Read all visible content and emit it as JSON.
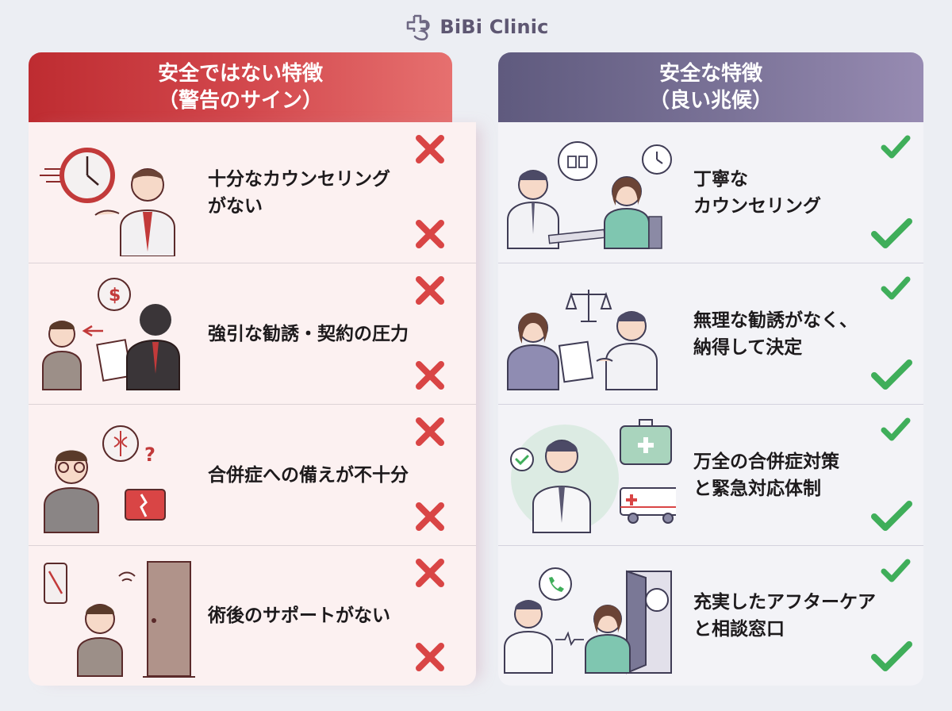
{
  "brand": {
    "name": "BiBi Clinic",
    "logo_icon": "cross-heart-logo-icon",
    "text_color": "#5e5772"
  },
  "colors": {
    "background": "#eceef3",
    "bad_header_start": "#be2c31",
    "bad_header_end": "#e6706f",
    "bad_body": "#fcf1f1",
    "good_header_start": "#5f5a7e",
    "good_header_end": "#978bb2",
    "good_body": "#f3f3f7",
    "x_mark": "#d94545",
    "check_mark": "#3fae5a"
  },
  "unsafe": {
    "title_line1": "安全ではない特徴",
    "title_line2": "（警告のサイン）",
    "mark_icon": "x-mark-icon",
    "items": [
      {
        "lines": [
          "十分なカウンセリング",
          "がない"
        ],
        "illustration": "rushed-doctor-clock-illustration"
      },
      {
        "lines": [
          "強引な勧誘・契約の圧力"
        ],
        "illustration": "pressure-contract-money-illustration"
      },
      {
        "lines": [
          "合併症への備えが不十分"
        ],
        "illustration": "worried-patient-broken-kit-illustration"
      },
      {
        "lines": [
          "術後のサポートがない"
        ],
        "illustration": "unanswered-phone-closed-door-illustration"
      }
    ]
  },
  "safe": {
    "title_line1": "安全な特徴",
    "title_line2": "（良い兆候）",
    "mark_icon": "check-mark-icon",
    "items": [
      {
        "lines": [
          "丁寧な",
          "カウンセリング"
        ],
        "illustration": "doctor-patient-consultation-illustration"
      },
      {
        "lines": [
          "無理な勧誘がなく、",
          "納得して決定"
        ],
        "illustration": "balanced-scale-agreement-illustration"
      },
      {
        "lines": [
          "万全の合併症対策",
          "と緊急対応体制"
        ],
        "illustration": "doctor-firstaid-ambulance-illustration"
      },
      {
        "lines": [
          "充実したアフターケア",
          "と相談窓口"
        ],
        "illustration": "phone-support-open-door-illustration"
      }
    ]
  }
}
